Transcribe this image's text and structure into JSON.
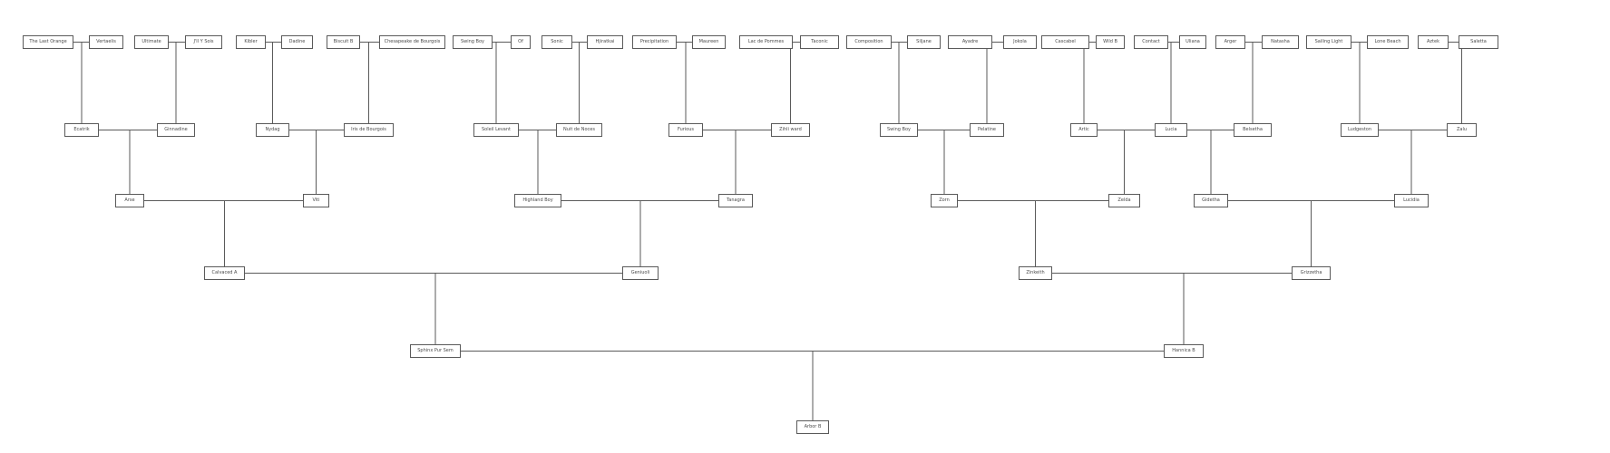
{
  "pedigree": {
    "great_great_grandparents": [
      "The Last Orange",
      "Vertaelis",
      "Ultimate",
      "J'll Y Sois",
      "Kibler",
      "Dadine",
      "Biscuit B",
      "Chesapeake de Bourgois",
      "Swing Boy",
      "Of",
      "Sonic",
      "Hjiratkai",
      "Precipitation",
      "Maureen",
      "Lac de Pommes",
      "Taconic",
      "Composition",
      "Siljane",
      "Ayadre",
      "Jokola",
      "Cascabel",
      "Wild B",
      "Contact",
      "Uliana",
      "Arger",
      "Natasha",
      "Sailing Light",
      "Lone Beach",
      "Aztek",
      "Saletta"
    ],
    "great_grandparents": [
      "Ecatrik",
      "Ginnadine",
      "Nydag",
      "Iris de Bourgois",
      "Soleil Levant",
      "Nuit de Noces",
      "Furious",
      "Zihli ward",
      "Swing Boy",
      "Pelatine",
      "Artic",
      "Lucia",
      "Belsetha",
      "Ludgeston",
      "Zalu"
    ],
    "grandparents": [
      "Arse",
      "Viti",
      "Highland Boy",
      "Tanagra",
      "Zorn",
      "Zelda",
      "Gidetha",
      "Lucidia"
    ],
    "parents": [
      "Calvaced A",
      "Geniuoli",
      "Zinkeith",
      "Grizzetha"
    ],
    "sire": "Sphinx Pur Sem",
    "dam": "Hannica B",
    "subject": "Arbor B"
  }
}
